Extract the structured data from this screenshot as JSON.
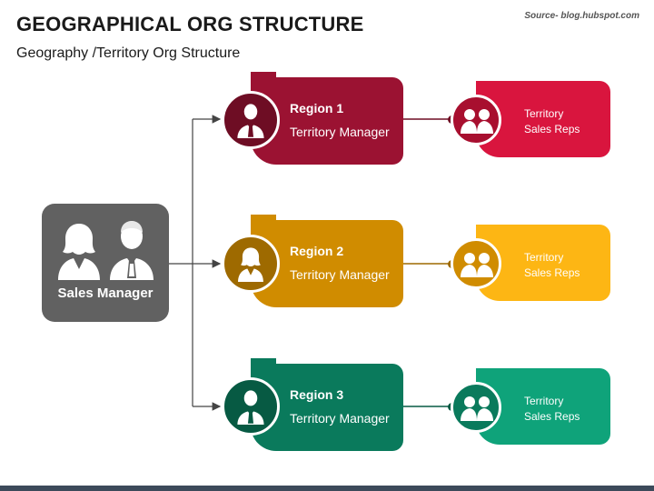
{
  "title": "GEOGRAPHICAL ORG STRUCTURE",
  "subtitle": "Geography /Territory Org Structure",
  "source": "Source- blog.hubspot.com",
  "root": {
    "label": "Sales Manager",
    "color": "#616161",
    "icons": [
      "female-person-icon",
      "male-person-icon"
    ]
  },
  "regions": [
    {
      "name": "Region 1",
      "role": "Territory Manager",
      "color": "#9b1232",
      "dark": "#6e0d24",
      "icon": "male-person-icon",
      "rep_line1": "Territory",
      "rep_line2": "Sales Reps",
      "rep_color": "#d9153e",
      "rep_dark": "#a80f2f"
    },
    {
      "name": "Region 2",
      "role": "Territory Manager",
      "color": "#d08c00",
      "dark": "#9e6a00",
      "icon": "female-person-icon",
      "rep_line1": "Territory",
      "rep_line2": "Sales Reps",
      "rep_color": "#fdb614",
      "rep_dark": "#d08c00"
    },
    {
      "name": "Region 3",
      "role": "Territory Manager",
      "color": "#0a7a5c",
      "dark": "#075a43",
      "icon": "male-person-icon",
      "rep_line1": "Territory",
      "rep_line2": "Sales Reps",
      "rep_color": "#0fa37a",
      "rep_dark": "#0a7a5c"
    }
  ]
}
